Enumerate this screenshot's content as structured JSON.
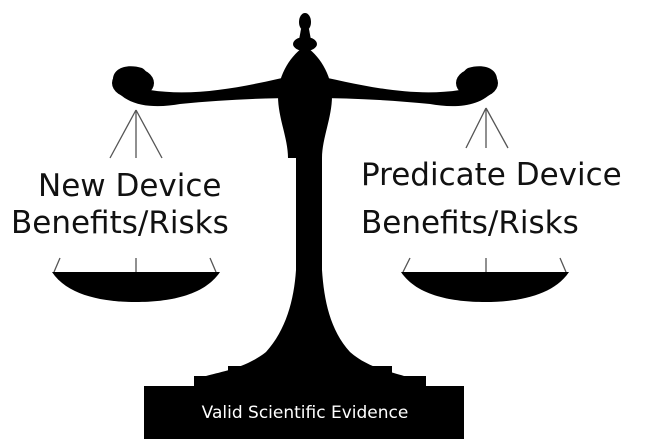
{
  "diagram": {
    "left_pan": {
      "line1": "New Device",
      "line2": "Benefits/Risks"
    },
    "right_pan": {
      "line1": "Predicate Device",
      "line2": "Benefits/Risks"
    },
    "base_label": "Valid Scientific Evidence",
    "colors": {
      "scale": "#000000",
      "background": "#ffffff",
      "chain": "#555555"
    }
  }
}
